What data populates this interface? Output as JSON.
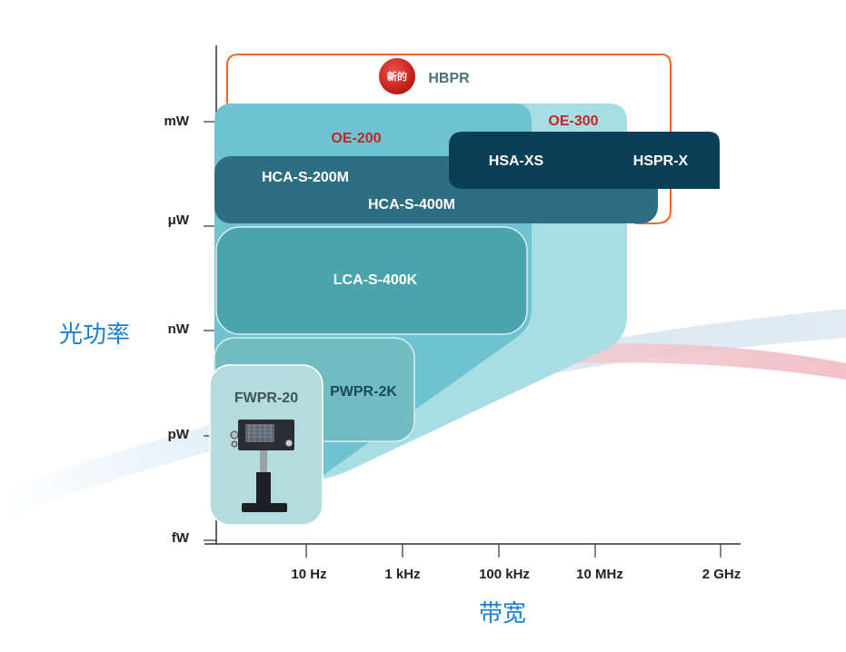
{
  "diagram": {
    "y_axis": {
      "title": "光功率",
      "ticks": [
        "mW",
        "μW",
        "nW",
        "pW",
        "fW"
      ]
    },
    "x_axis": {
      "title": "带宽",
      "ticks": [
        "10 Hz",
        "1 kHz",
        "100 kHz",
        "10 MHz",
        "2 GHz"
      ]
    },
    "badge": {
      "label": "新的",
      "color": "#d0201c"
    },
    "regions": [
      {
        "id": "hbpr",
        "label": "HBPR",
        "color": "#e8692a"
      },
      {
        "id": "oe-300",
        "label": "OE-300",
        "color": "#a8dde3"
      },
      {
        "id": "oe-200",
        "label": "OE-200",
        "color": "#6fc2cf"
      },
      {
        "id": "hca-s-200m",
        "label": "HCA-S-200M",
        "color": "#2d6e82"
      },
      {
        "id": "hca-s-400m",
        "label": "HCA-S-400M",
        "color": "#2d6e82"
      },
      {
        "id": "hsa-xs",
        "label": "HSA-XS",
        "color": "#0c3f56"
      },
      {
        "id": "hspr-x",
        "label": "HSPR-X",
        "color": "#0c3f56"
      },
      {
        "id": "lca-s-400k",
        "label": "LCA-S-400K",
        "color": "#4ba3ae"
      },
      {
        "id": "pwpr-2k",
        "label": "PWPR-2K",
        "color": "#72bcc1"
      },
      {
        "id": "fwpr-20",
        "label": "FWPR-20",
        "color": "#b4dcdc"
      }
    ]
  }
}
